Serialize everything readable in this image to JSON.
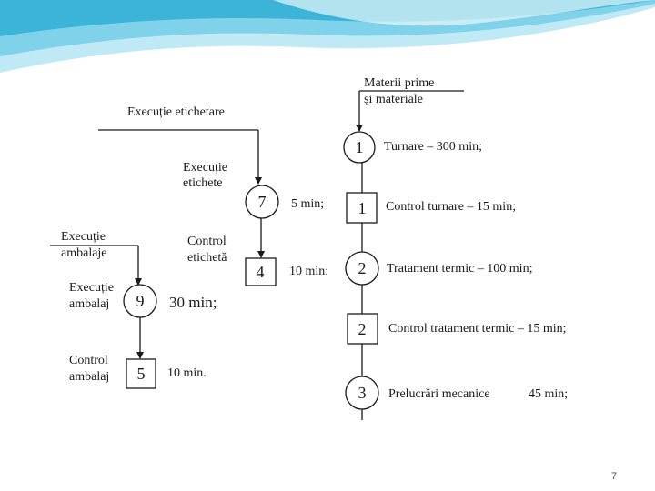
{
  "input": {
    "line1": "Materii prime",
    "line2": "și materiale"
  },
  "main_flow": [
    {
      "kind": "circle",
      "number": "1",
      "label": "Turnare – 300 min;"
    },
    {
      "kind": "square",
      "number": "1",
      "label": "Control turnare – 15 min;"
    },
    {
      "kind": "circle",
      "number": "2",
      "label": "Tratament termic – 100 min;"
    },
    {
      "kind": "square",
      "number": "2",
      "label": "Control tratament termic – 15 min;"
    },
    {
      "kind": "circle",
      "number": "3",
      "label": "Prelucrări mecanice",
      "time": "45 min;"
    }
  ],
  "label_branch": {
    "input_label": "Execuție etichetare",
    "op_label": [
      "Execuție",
      "etichete"
    ],
    "op_number": "7",
    "op_time": "5 min;",
    "ctrl_label": [
      "Control",
      "etichetă"
    ],
    "ctrl_number": "4",
    "ctrl_time": "10 min;"
  },
  "pack_branch": {
    "input_label": [
      "Execuție",
      "ambalaje"
    ],
    "op_label": [
      "Execuție",
      "ambalaj"
    ],
    "op_number": "9",
    "op_time": "30 min;",
    "ctrl_label": [
      "Control",
      "ambalaj"
    ],
    "ctrl_number": "5",
    "ctrl_time": "10 min."
  },
  "page_number": "7",
  "colors": {
    "wave_light": "#bfe9f5",
    "wave_mid": "#7fd2ea",
    "wave_dark": "#3bb4d8",
    "line": "#1a1a1a"
  }
}
